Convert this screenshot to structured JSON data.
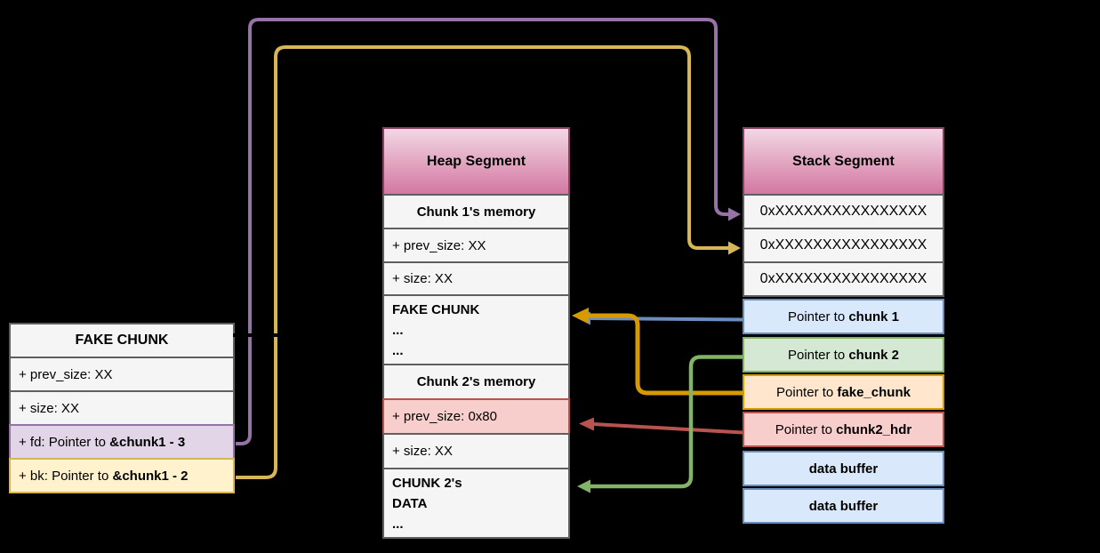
{
  "colors": {
    "background": "#000000",
    "purple": "#9673a6",
    "purple_fill": "#e1d5e7",
    "yellow": "#d6b656",
    "yellow_fill": "#fff2cc",
    "blue": "#6c8ebf",
    "blue_fill": "#dae8fc",
    "green": "#82b366",
    "green_fill": "#d5e8d4",
    "orange": "#d79b00",
    "orange_fill": "#ffe6cc",
    "red": "#b85450",
    "red_fill": "#f8cecc",
    "gray_fill": "#f5f5f5",
    "gray_border": "#5f5f5f",
    "header_border": "#8c3f66",
    "header_gradient_top": "#f2d8e4",
    "header_gradient_bottom": "#d377a1"
  },
  "fake_chunk_table": {
    "title": "FAKE CHUNK",
    "rows": [
      {
        "text": "+ prev_size: XX"
      },
      {
        "text": "+ size: XX"
      },
      {
        "prefix": "+ fd: Pointer to ",
        "bold": "&chunk1 - 3"
      },
      {
        "prefix": "+ bk: Pointer to ",
        "bold": "&chunk1 - 2"
      }
    ]
  },
  "heap_table": {
    "title": "Heap Segment",
    "rows": [
      {
        "text": "Chunk 1's memory"
      },
      {
        "text": "+ prev_size: XX"
      },
      {
        "text": "+ size: XX"
      },
      {
        "line1": "FAKE CHUNK",
        "line2": "...",
        "line3": "..."
      },
      {
        "text": "Chunk 2's memory"
      },
      {
        "text": "+ prev_size: 0x80"
      },
      {
        "text": "+ size: XX"
      },
      {
        "line1": "CHUNK 2's",
        "line2": "DATA",
        "line3": "..."
      }
    ]
  },
  "stack_table": {
    "title": "Stack Segment",
    "addr_rows": [
      "0xXXXXXXXXXXXXXXXX",
      "0xXXXXXXXXXXXXXXXX",
      "0xXXXXXXXXXXXXXXXX"
    ],
    "pointer_rows": [
      {
        "prefix": "Pointer to ",
        "bold": "chunk 1"
      },
      {
        "prefix": "Pointer to ",
        "bold": "chunk 2"
      },
      {
        "prefix": "Pointer to ",
        "bold": "fake_chunk"
      },
      {
        "prefix": "Pointer to ",
        "bold": "chunk2_hdr"
      }
    ],
    "buffer_rows": [
      "data buffer",
      "data buffer"
    ]
  },
  "arrows": [
    {
      "name": "fd-to-first-stack-address",
      "color": "#9673a6",
      "from": "+ fd: Pointer to &chunk1 - 3",
      "to": "stack address row 1"
    },
    {
      "name": "bk-to-second-stack-address",
      "color": "#d6b656",
      "from": "+ bk: Pointer to &chunk1 - 2",
      "to": "stack address row 2"
    },
    {
      "name": "chunk1-pointer-to-fake-chunk-region",
      "color": "#6c8ebf",
      "from": "Pointer to chunk 1",
      "to": "FAKE CHUNK heap row"
    },
    {
      "name": "fake-chunk-pointer-to-fake-chunk-region",
      "color": "#d79b00",
      "from": "Pointer to fake_chunk",
      "to": "FAKE CHUNK heap row"
    },
    {
      "name": "chunk2-hdr-pointer-to-prev-size",
      "color": "#b85450",
      "from": "Pointer to chunk2_hdr",
      "to": "+ prev_size: 0x80 heap row"
    },
    {
      "name": "chunk2-pointer-to-chunk2-data",
      "color": "#82b366",
      "from": "Pointer to chunk 2",
      "to": "CHUNK 2's DATA heap row"
    }
  ]
}
